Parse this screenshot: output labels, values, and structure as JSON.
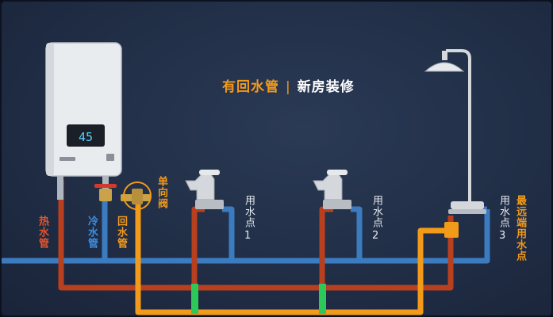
{
  "title": {
    "part1": "有回水管",
    "separator": "|",
    "part2": "新房装修"
  },
  "heater": {
    "display": "45"
  },
  "labels": {
    "hot_pipe": "热水管",
    "cold_pipe": "冷水管",
    "return_pipe": "回水管",
    "check_valve": "单向阀",
    "farthest_point": "最远端用水点"
  },
  "points": [
    {
      "label": "用水点",
      "num": "1"
    },
    {
      "label": "用水点",
      "num": "2"
    },
    {
      "label": "用水点",
      "num": "3"
    }
  ],
  "colors": {
    "hot": "#c2401f",
    "cold": "#3b7cc0",
    "return": "#f29a1a",
    "connector": "#2ec85a"
  }
}
